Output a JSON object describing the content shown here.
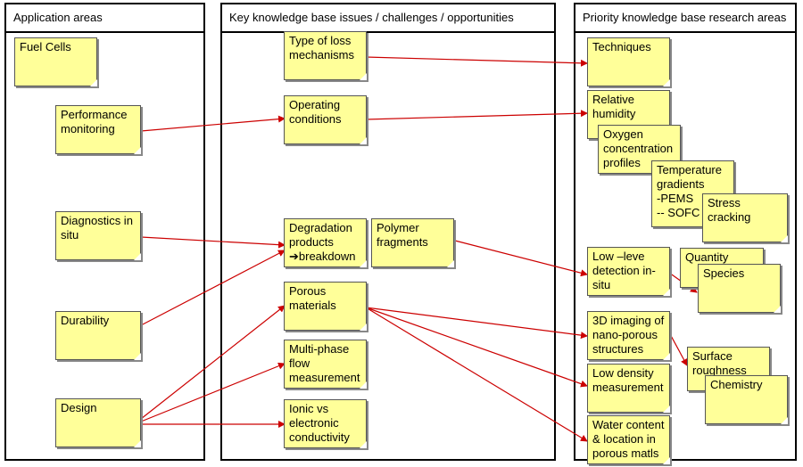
{
  "columns": {
    "left": "Application areas",
    "middle": "Key knowledge base issues / challenges / opportunities",
    "right": "Priority knowledge base research areas"
  },
  "notes": {
    "fuel_cells": "Fuel Cells",
    "performance_monitoring": "Performance monitoring",
    "diagnostics_in_situ": "Diagnostics in situ",
    "durability": "Durability",
    "design": "Design",
    "type_of_loss": "Type of loss mechanisms",
    "operating_conditions": "Operating conditions",
    "degradation_products": "Degradation products\n➔breakdown",
    "polymer_fragments": "Polymer fragments",
    "porous_materials": "Porous materials",
    "multiphase_flow": "Multi-phase flow measurement",
    "ionic_electronic": "Ionic vs electronic conductivity",
    "techniques": "Techniques",
    "relative_humidity": "Relative humidity",
    "oxygen_concentration": "Oxygen concentration profiles",
    "temperature_gradients": "Temperature gradients\n-PEMS\n-- SOFC",
    "stress_cracking": "Stress cracking",
    "low_level_detection": "Low –leve detection in-situ",
    "quantity": "Quantity",
    "species": "Species",
    "imaging_3d": "3D imaging of nano-porous structures",
    "low_density": "Low density measurement",
    "water_content": "Water content & location in porous matls",
    "surface_roughness": "Surface roughness",
    "chemistry": "Chemistry"
  },
  "colors": {
    "note_fill": "#ffff99",
    "arrow": "#cc0000",
    "border": "#000000"
  }
}
